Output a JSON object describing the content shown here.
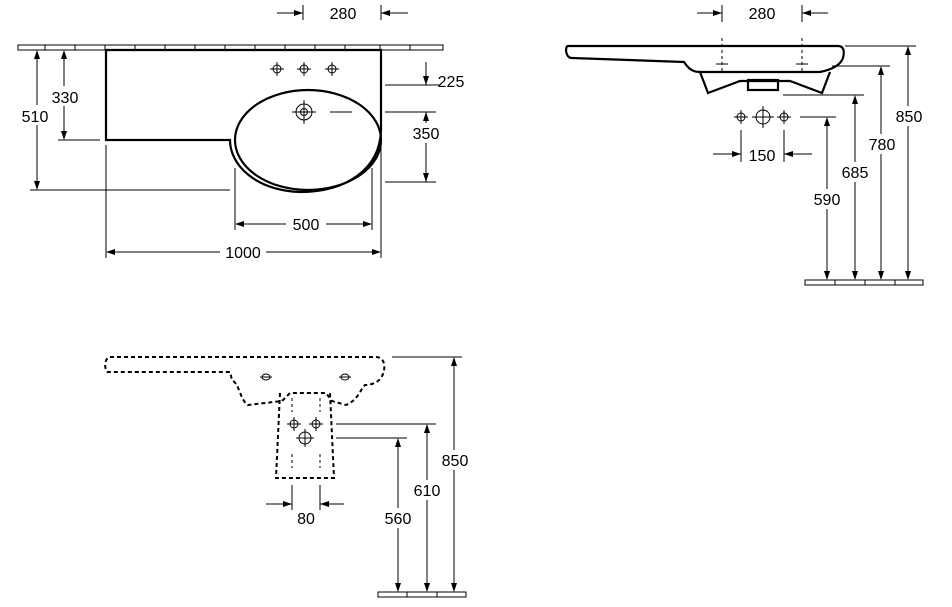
{
  "top_view": {
    "dims": {
      "tap_spacing": "280",
      "depth_total": "510",
      "depth_shelf": "330",
      "hole_offset": "225",
      "bowl_depth": "350",
      "bowl_width": "500",
      "total_width": "1000"
    }
  },
  "side_view": {
    "dims": {
      "tap_spacing": "280",
      "waste_spacing": "150",
      "height_total": "850",
      "height_underside": "780",
      "height_bowl": "685",
      "height_waste": "590"
    }
  },
  "pedestal_view": {
    "dims": {
      "height_total": "850",
      "height_waste_upper": "610",
      "height_waste_lower": "560",
      "waste_width": "80"
    }
  }
}
